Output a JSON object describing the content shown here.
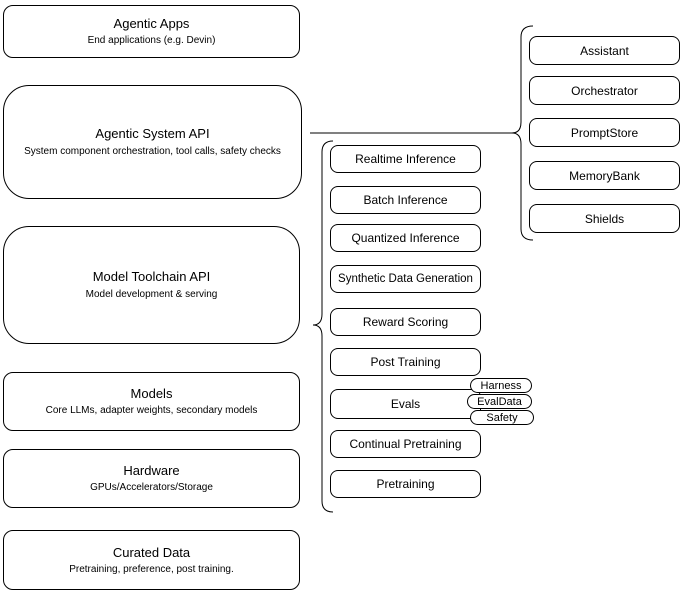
{
  "left_stack": {
    "boxes": [
      {
        "title": "Agentic Apps",
        "subtitle": "End applications (e.g. Devin)"
      },
      {
        "title": "Agentic System API",
        "subtitle": "System component orchestration, tool calls, safety checks"
      },
      {
        "title": "Model Toolchain API",
        "subtitle": "Model development & serving"
      },
      {
        "title": "Models",
        "subtitle": "Core LLMs, adapter weights, secondary models"
      },
      {
        "title": "Hardware",
        "subtitle": "GPUs/Accelerators/Storage"
      },
      {
        "title": "Curated Data",
        "subtitle": "Pretraining, preference, post training."
      }
    ]
  },
  "toolchain": {
    "items": [
      "Realtime Inference",
      "Batch Inference",
      "Quantized Inference",
      "Synthetic Data Generation",
      "Reward Scoring",
      "Post Training",
      "Evals",
      "Continual Pretraining",
      "Pretraining"
    ]
  },
  "evals_tags": {
    "items": [
      "Harness",
      "EvalData",
      "Safety"
    ]
  },
  "system_components": {
    "items": [
      "Assistant",
      "Orchestrator",
      "PromptStore",
      "MemoryBank",
      "Shields"
    ]
  },
  "colors": {
    "stroke": "#000000",
    "background": "#ffffff",
    "text": "#000000"
  }
}
